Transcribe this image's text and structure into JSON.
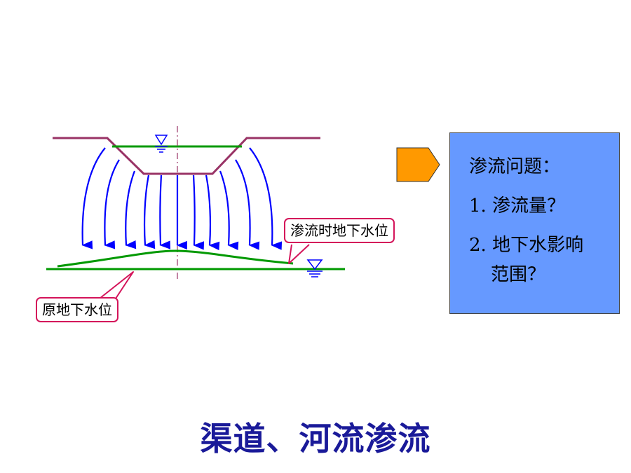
{
  "title": "渠道、河流渗流",
  "callouts": {
    "seepage_water_table": "渗流时地下水位",
    "original_water_table": "原地下水位"
  },
  "questions": {
    "heading": "渗流问题：",
    "items": [
      {
        "number": "1.",
        "text": "渗流量？"
      },
      {
        "number": "2.",
        "text": "地下水影响",
        "continuation": "范围？"
      }
    ]
  },
  "colors": {
    "ground_surface": "#993366",
    "water_line": "#009900",
    "flow_arrows": "#0000ff",
    "callout_border": "#d4145a",
    "question_box": "#6699ff",
    "arrow_shape": "#ff9900",
    "title": "#1a1a99"
  }
}
